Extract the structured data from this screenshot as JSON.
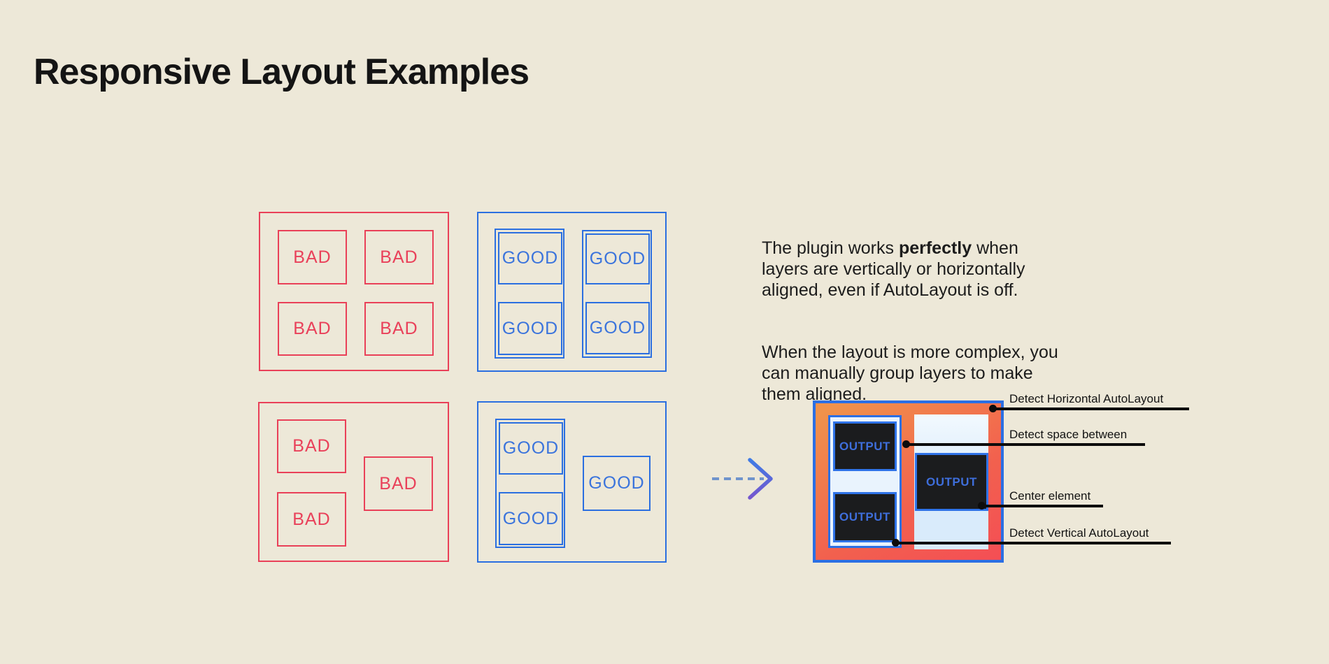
{
  "title": "Responsive Layout Examples",
  "colors": {
    "background": "#EDE8D8",
    "bad_red": "#E94058",
    "good_blue": "#2B6FE0",
    "annotation_black": "#0C0C0C",
    "output_frame_blue": "#2B6FE4",
    "output_gradient_start": "#F0924B",
    "output_gradient_end": "#F44E55",
    "output_panel_blue": "#D9EBFB",
    "output_box_dark": "#1B1C1E",
    "output_text_blue": "#3E6EDB"
  },
  "bad_top": {
    "boxes": [
      "BAD",
      "BAD",
      "BAD",
      "BAD"
    ]
  },
  "good_top": {
    "boxes": [
      "GOOD",
      "GOOD",
      "GOOD",
      "GOOD"
    ]
  },
  "bad_bottom": {
    "boxes": [
      "BAD",
      "BAD",
      "BAD"
    ]
  },
  "good_bottom": {
    "boxes": [
      "GOOD",
      "GOOD",
      "GOOD"
    ]
  },
  "description": {
    "p1_before": "The plugin works ",
    "p1_bold": "perfectly",
    "p1_after": " when\nlayers are vertically or horizontally\naligned, even if AutoLayout is off.",
    "p2": "When the layout is more complex, you\ncan manually group layers to make\nthem aligned."
  },
  "output": {
    "box1": "OUTPUT",
    "box2": "OUTPUT",
    "box3": "OUTPUT"
  },
  "annotations": [
    {
      "label": "Detect Horizontal AutoLayout"
    },
    {
      "label": "Detect space between"
    },
    {
      "label": "Center element"
    },
    {
      "label": "Detect Vertical AutoLayout"
    }
  ]
}
